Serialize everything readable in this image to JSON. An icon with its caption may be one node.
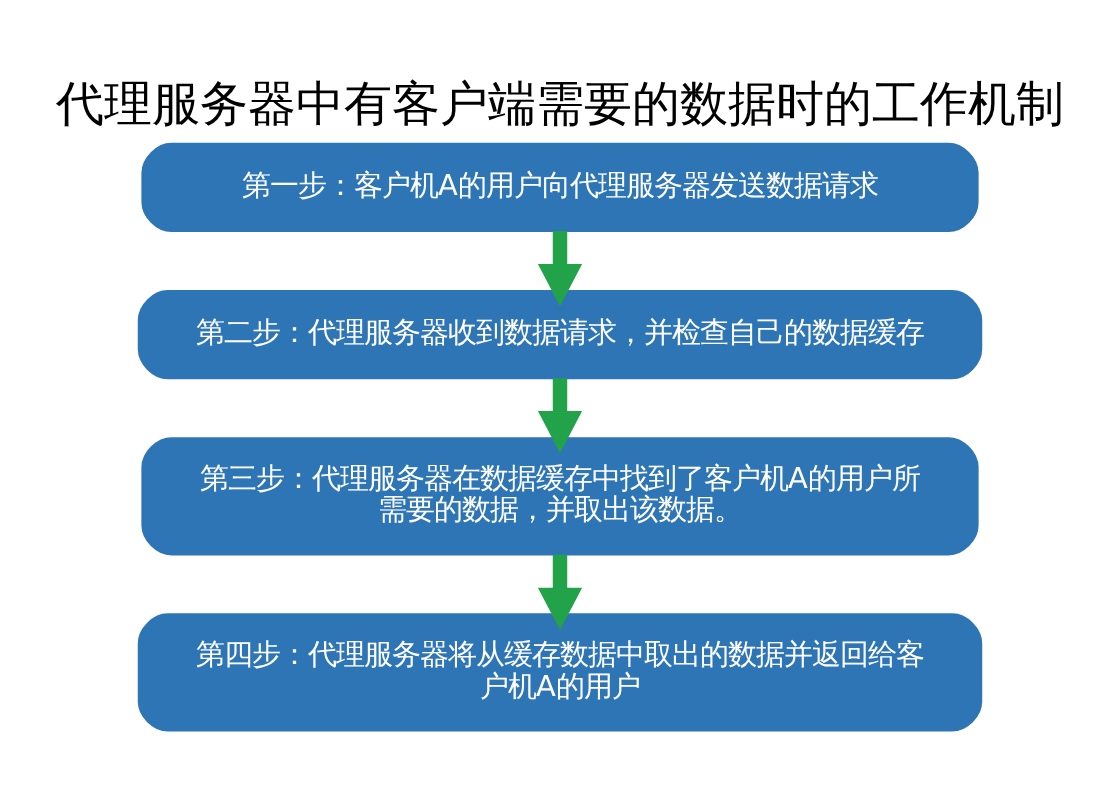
{
  "diagram": {
    "title": "代理服务器中有客户端需要的数据时的工作机制",
    "nodes": [
      {
        "text": [
          "第一步：客户机A的用户向代理服务器发送数据请求"
        ]
      },
      {
        "text": [
          "第二步：代理服务器收到数据请求，并检查自己的数据缓存"
        ]
      },
      {
        "text": [
          "第三步：代理服务器在数据缓存中找到了客户机A的用户所需要的数据，并取出该数据。"
        ]
      },
      {
        "text": [
          "第四步：代理服务器将从缓存数据中取出的数据并返回给客户机A的用户"
        ]
      }
    ],
    "edges": [
      {
        "from": 0,
        "to": 1,
        "arrow": "to"
      },
      {
        "from": 1,
        "to": 2,
        "arrow": "to"
      },
      {
        "from": 2,
        "to": 3,
        "arrow": "to"
      }
    ]
  }
}
